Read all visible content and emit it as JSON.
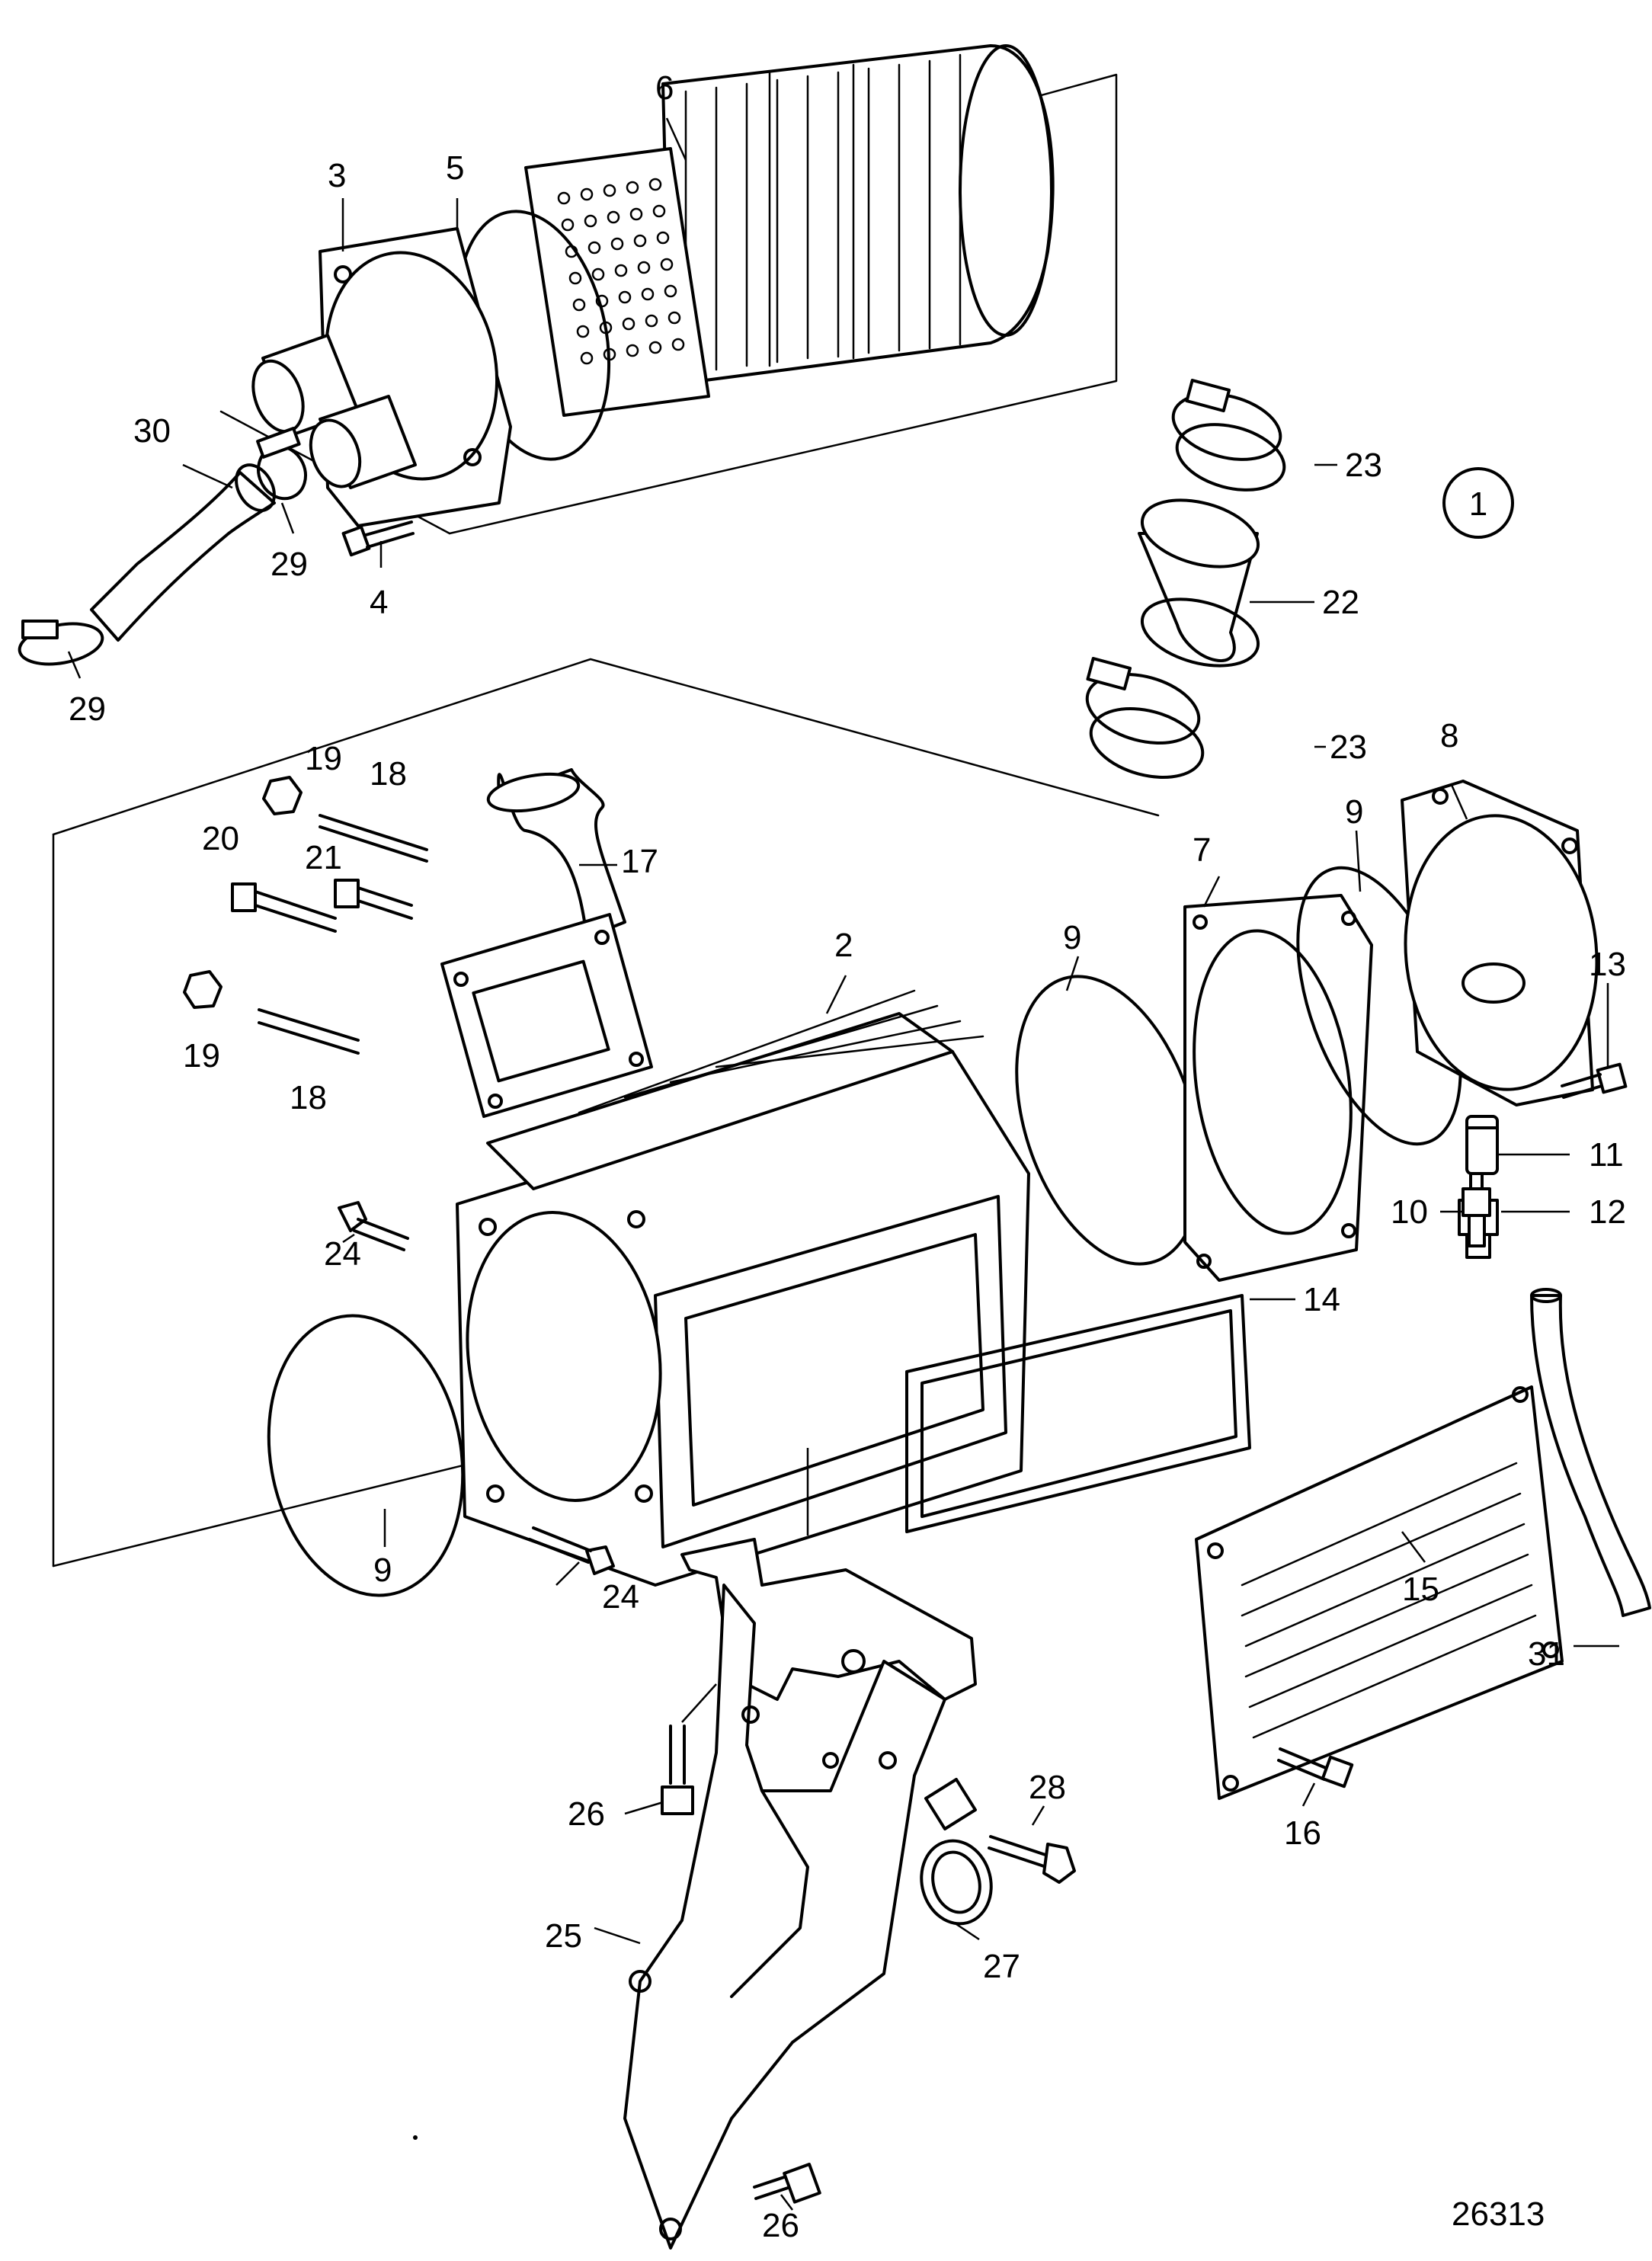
{
  "diagram_id": "26313",
  "view_marker": "1",
  "callouts": {
    "c2": "2",
    "c3": "3",
    "c4": "4",
    "c5": "5",
    "c6": "6",
    "c7": "7",
    "c8": "8",
    "c9a": "9",
    "c9b": "9",
    "c9c": "9",
    "c10": "10",
    "c11": "11",
    "c12": "12",
    "c13": "13",
    "c14": "14",
    "c15": "15",
    "c16": "16",
    "c17": "17",
    "c18a": "18",
    "c18b": "18",
    "c19a": "19",
    "c19b": "19",
    "c20": "20",
    "c21": "21",
    "c22": "22",
    "c23a": "23",
    "c23b": "23",
    "c24a": "24",
    "c24b": "24",
    "c25": "25",
    "c26a": "26",
    "c26b": "26",
    "c27": "27",
    "c28": "28",
    "c29a": "29",
    "c29b": "29",
    "c30": "30",
    "c31": "31"
  }
}
